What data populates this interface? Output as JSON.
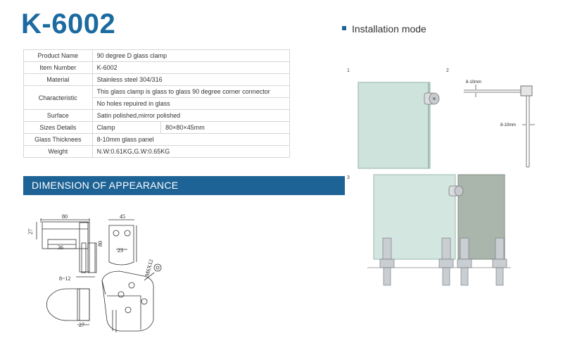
{
  "title": "K-6002",
  "specs": [
    {
      "label": "Product Name",
      "value": "90 degree D glass clamp"
    },
    {
      "label": "Item Number",
      "value": "K-6002"
    },
    {
      "label": "Material",
      "value": "Stainless steel 304/316"
    },
    {
      "label": "Characteristic",
      "value": "This glass clamp is glass to glass 90 degree corner connector",
      "value2": "No holes repuired in glass"
    },
    {
      "label": "Surface",
      "value": "Satin polished,mirror polished"
    },
    {
      "label": "Sizes Details",
      "value": "Clamp",
      "extra": "80×80×45mm"
    },
    {
      "label": "Glass Thicknees",
      "value": "8-10mm glass panel"
    },
    {
      "label": "Weight",
      "value": "N.W:0.61KG,G.W:0.65KG"
    }
  ],
  "dimension_banner": "DIMENSION OF APPEARANCE",
  "installation": {
    "heading": "Installation mode",
    "step1": "1",
    "step2": "2",
    "step3": "3",
    "dim_top": "8-10mm",
    "dim_side": "8-10mm"
  },
  "drawing": {
    "d80": "80",
    "d45": "45",
    "d27a": "27",
    "d36": "36",
    "d80v": "80",
    "d23": "23",
    "d8_12": "8~12",
    "d27b": "27",
    "screw": "M6X12"
  }
}
